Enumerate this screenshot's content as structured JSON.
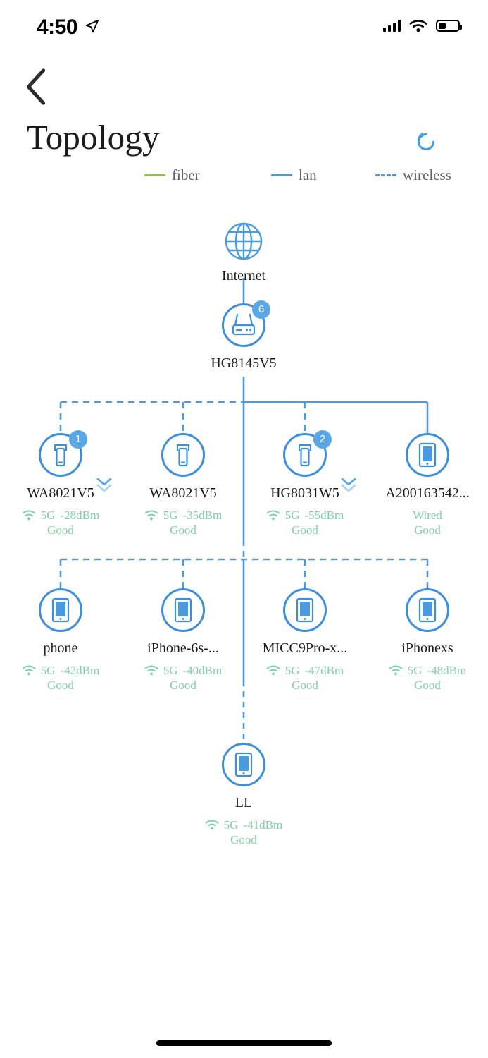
{
  "status_bar": {
    "time": "4:50",
    "location_icon": "location-arrow-icon",
    "signal_icon": "cellular-signal-icon",
    "wifi_icon": "wifi-icon",
    "battery_icon": "battery-icon"
  },
  "header": {
    "back_icon": "chevron-left-icon",
    "title": "Topology",
    "refresh_icon": "refresh-icon",
    "refresh_color": "#3da0ea"
  },
  "legend": {
    "items": [
      {
        "label": "fiber",
        "style": "solid",
        "color": "#8cc63f"
      },
      {
        "label": "lan",
        "style": "solid",
        "color": "#4a9ae0"
      },
      {
        "label": "wireless",
        "style": "dashed",
        "color": "#4a9ae0"
      }
    ]
  },
  "colors": {
    "node_blue": "#3d8fdd",
    "badge_blue": "#5aa7e8",
    "status_green": "#7fd0a7",
    "link_blue": "#4a9ae0"
  },
  "topology": {
    "internet": {
      "label": "Internet",
      "icon": "globe-icon"
    },
    "gateway": {
      "label": "HG8145V5",
      "icon": "router-icon",
      "badge": "6"
    },
    "tier1": [
      {
        "label": "WA8021V5",
        "icon": "repeater-icon",
        "badge": "1",
        "band": "5G",
        "signal": "-28dBm",
        "quality": "Good",
        "link": "wireless",
        "expandable": true
      },
      {
        "label": "WA8021V5",
        "icon": "repeater-icon",
        "badge": null,
        "band": "5G",
        "signal": "-35dBm",
        "quality": "Good",
        "link": "wireless",
        "expandable": false
      },
      {
        "label": "HG8031W5",
        "icon": "repeater-icon",
        "badge": "2",
        "band": "5G",
        "signal": "-55dBm",
        "quality": "Good",
        "link": "wireless",
        "expandable": true
      },
      {
        "label": "A200163542...",
        "icon": "tablet-icon",
        "badge": null,
        "band": "Wired",
        "signal": "",
        "quality": "Good",
        "link": "lan",
        "expandable": false
      }
    ],
    "tier2": [
      {
        "label": "phone",
        "icon": "tablet-icon",
        "band": "5G",
        "signal": "-42dBm",
        "quality": "Good",
        "link": "wireless"
      },
      {
        "label": "iPhone-6s-...",
        "icon": "tablet-icon",
        "band": "5G",
        "signal": "-40dBm",
        "quality": "Good",
        "link": "wireless"
      },
      {
        "label": "MICC9Pro-x...",
        "icon": "tablet-icon",
        "band": "5G",
        "signal": "-47dBm",
        "quality": "Good",
        "link": "wireless"
      },
      {
        "label": "iPhonexs",
        "icon": "tablet-icon",
        "band": "5G",
        "signal": "-48dBm",
        "quality": "Good",
        "link": "wireless"
      }
    ],
    "tier3": [
      {
        "label": "LL",
        "icon": "tablet-icon",
        "band": "5G",
        "signal": "-41dBm",
        "quality": "Good",
        "link": "wireless"
      }
    ]
  }
}
